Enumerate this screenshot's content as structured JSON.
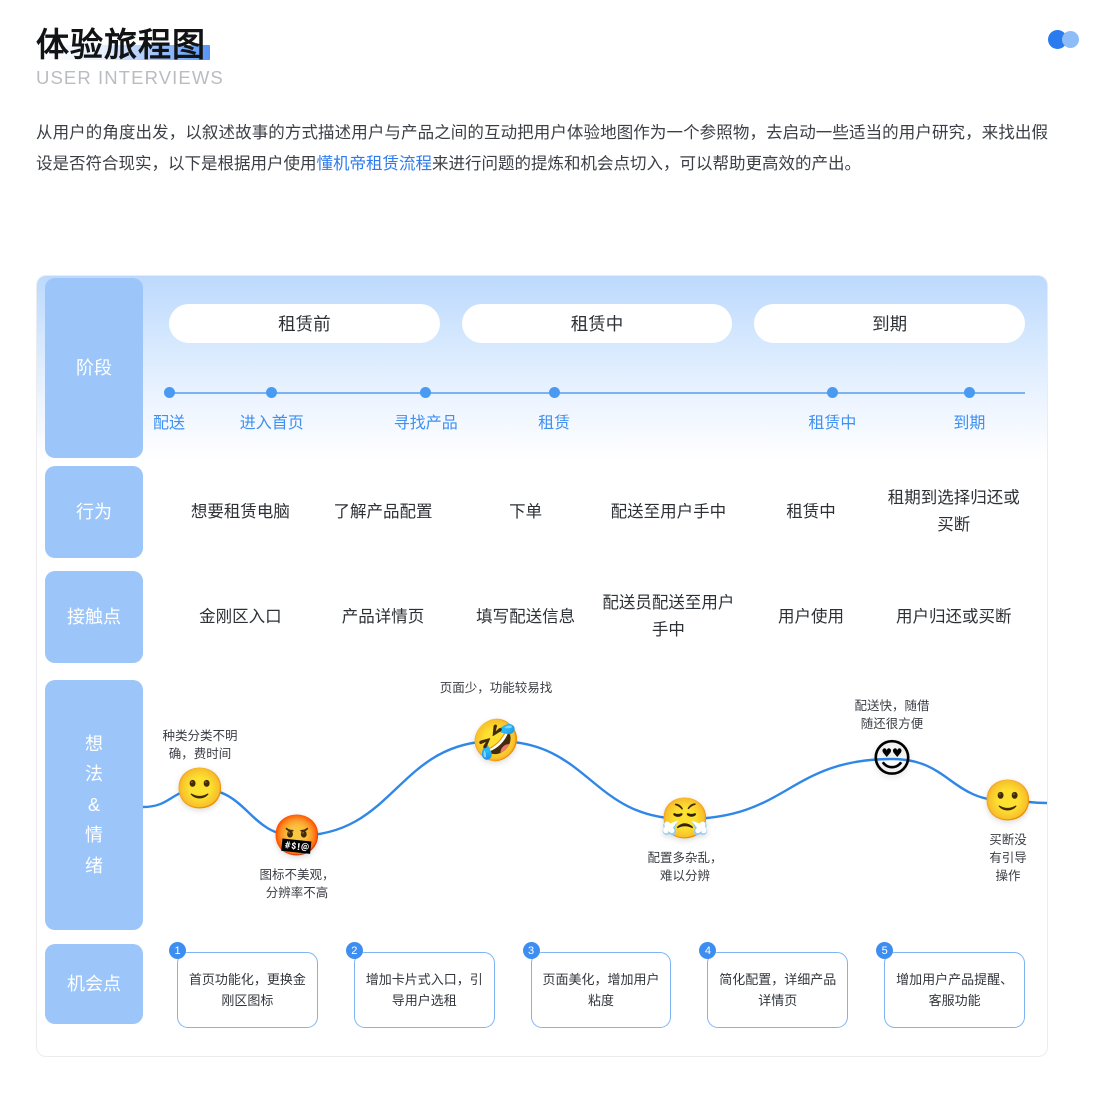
{
  "header": {
    "title": "体验旅程图",
    "subtitle": "USER INTERVIEWS",
    "intro_pre": "从用户的角度出发，以叙述故事的方式描述用户与产品之间的互动把用户体验地图作为一个参照物，去启动一些适当的用户研究，来找出假设是否符合现实，以下是根据用户使用",
    "intro_link": "懂机帝租赁流程",
    "intro_post": "来进行问题的提炼和机会点切入，可以帮助更高效的产出。"
  },
  "rows": {
    "stage_label": "阶段",
    "behavior_label": "行为",
    "touchpoint_label": "接触点",
    "emotion_label": "想\n法\n&\n情\n绪",
    "opportunity_label": "机会点"
  },
  "stage": {
    "pills": [
      "租赁前",
      "租赁中",
      "到期"
    ],
    "steps": [
      "进入首页",
      "寻找产品",
      "租赁",
      "配送",
      "租赁中",
      "到期"
    ]
  },
  "behavior": [
    "想要租赁电脑",
    "了解产品配置",
    "下单",
    "配送至用户手中",
    "租赁中",
    "租期到选择归还或买断"
  ],
  "touchpoints": [
    "金刚区入口",
    "产品详情页",
    "填写配送信息",
    "配送员配送至用户手中",
    "用户使用",
    "用户归还或买断"
  ],
  "opportunities": [
    {
      "num": "1",
      "text": "首页功能化，更换金刚区图标"
    },
    {
      "num": "2",
      "text": "增加卡片式入口，引导用户选租"
    },
    {
      "num": "3",
      "text": "页面美化，增加用户粘度"
    },
    {
      "num": "4",
      "text": "简化配置，详细产品详情页"
    },
    {
      "num": "5",
      "text": "增加用户产品提醒、客服功能"
    }
  ],
  "colors": {
    "accent": "#3e8ef1",
    "label_box": "#9cc6fa",
    "curve": "#2f87e8",
    "link": "#2f7bee"
  },
  "chart_data": {
    "type": "line",
    "title": "用户情绪曲线",
    "xlabel": "",
    "ylabel": "情绪",
    "grid": false,
    "legend": "none",
    "categories": [
      "进入首页",
      "寻找产品",
      "租赁",
      "配送",
      "租赁中",
      "到期"
    ],
    "x": [
      57,
      154,
      353,
      542,
      749,
      865
    ],
    "values": [
      0.55,
      0.16,
      0.95,
      0.3,
      0.8,
      0.45
    ],
    "ylim": [
      0,
      1
    ],
    "points": [
      {
        "label": "进入首页",
        "emoji": "slight-smile",
        "emoji_glyph": "🙂",
        "sentiment": "neutral",
        "value": 0.55,
        "note": "种类分类不明\n确，费时间",
        "note_position": "above"
      },
      {
        "label": "寻找产品",
        "emoji": "angry-censored",
        "emoji_glyph": "🤬",
        "sentiment": "very-negative",
        "value": 0.16,
        "note": "图标不美观，\n分辨率不高",
        "note_position": "below"
      },
      {
        "label": "租赁",
        "emoji": "rolling-on-floor-laughing",
        "emoji_glyph": "🤣",
        "sentiment": "very-positive",
        "value": 0.95,
        "note": "页面少，功能较易找",
        "note_position": "above"
      },
      {
        "label": "配送",
        "emoji": "persevering-steam",
        "emoji_glyph": "😤",
        "sentiment": "negative",
        "value": 0.3,
        "note": "配置多杂乱，\n难以分辨",
        "note_position": "below"
      },
      {
        "label": "租赁中",
        "emoji": "smiling-face-with-hearts",
        "emoji_glyph": "😍",
        "sentiment": "very-positive",
        "value": 0.8,
        "note": "配送快，随借\n随还很方便",
        "note_position": "above"
      },
      {
        "label": "到期",
        "emoji": "slight-smile",
        "emoji_glyph": "🙂",
        "sentiment": "neutral",
        "value": 0.45,
        "note": "买断没有引导\n操作",
        "note_position": "below"
      }
    ]
  }
}
